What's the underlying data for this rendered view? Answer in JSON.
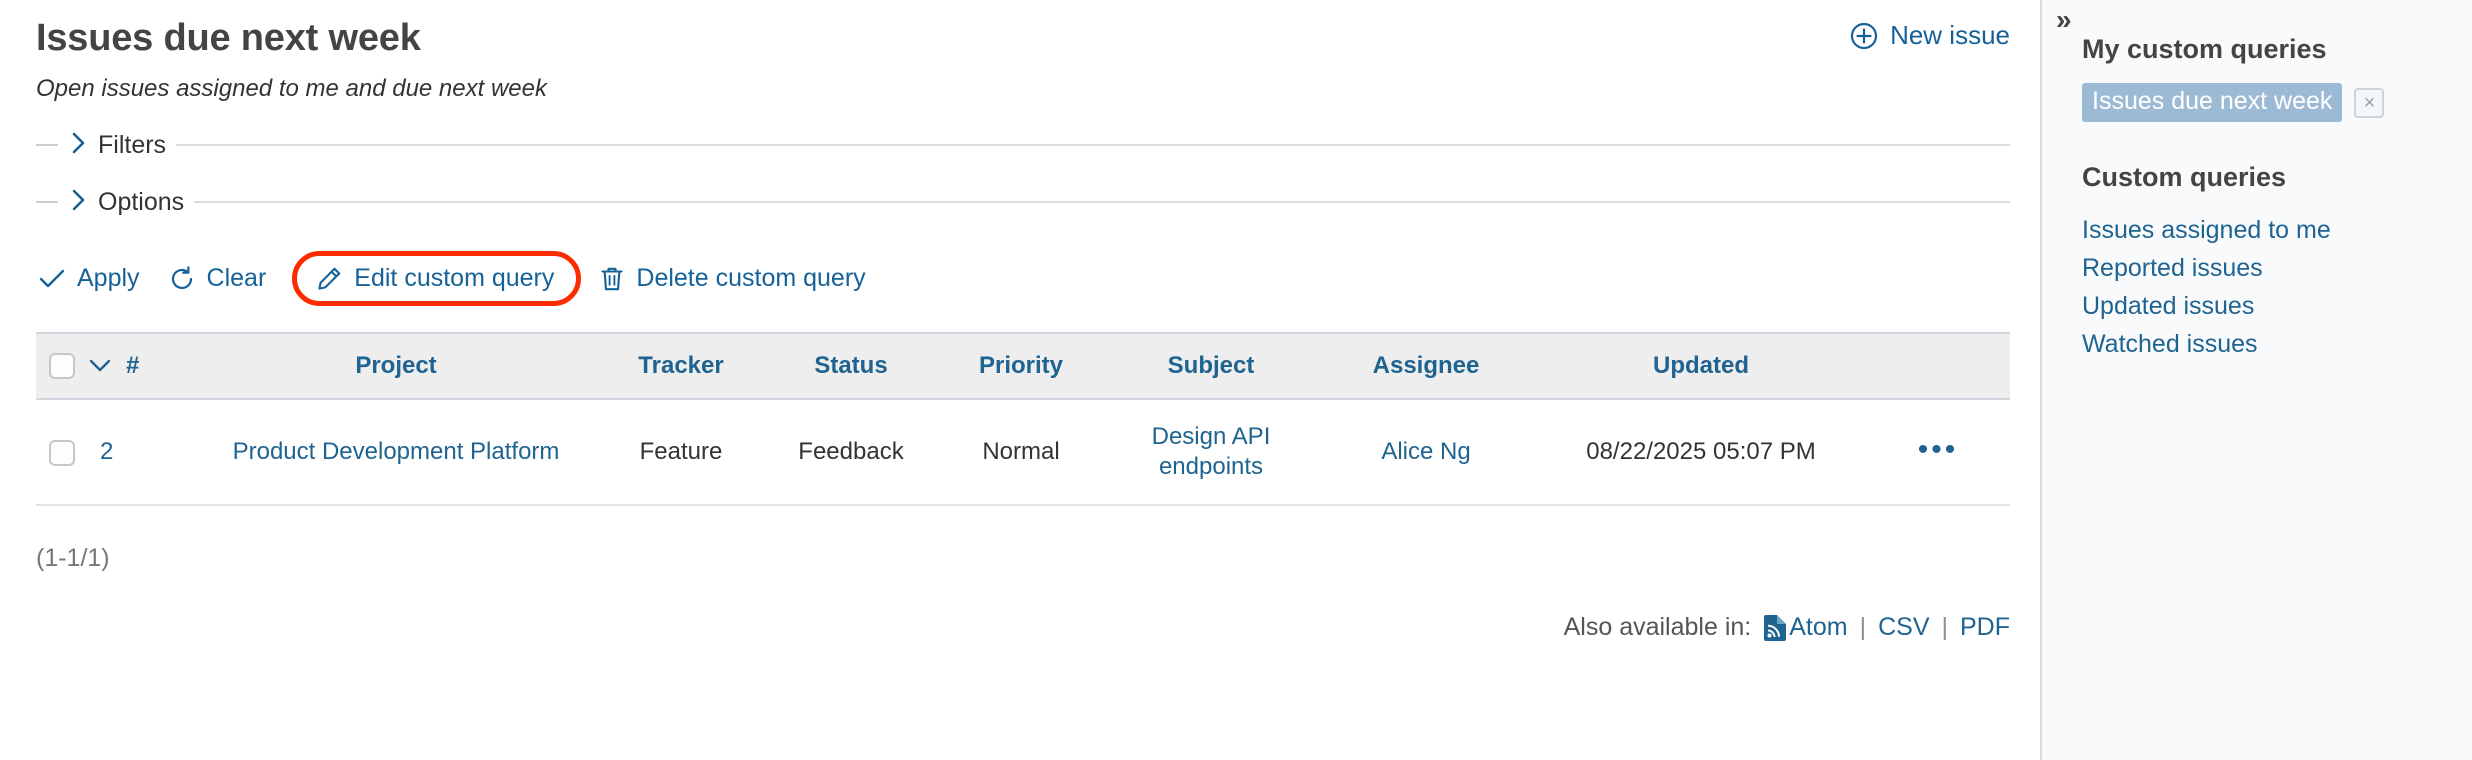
{
  "header": {
    "title": "Issues due next week",
    "subtitle": "Open issues assigned to me and due next week",
    "new_issue_label": "New issue"
  },
  "collapsibles": [
    {
      "label": "Filters"
    },
    {
      "label": "Options"
    }
  ],
  "toolbar": {
    "apply_label": "Apply",
    "clear_label": "Clear",
    "edit_label": "Edit custom query",
    "delete_label": "Delete custom query",
    "highlight_color": "#fc2b00"
  },
  "table": {
    "columns": {
      "id": "#",
      "project": "Project",
      "tracker": "Tracker",
      "status": "Status",
      "priority": "Priority",
      "subject": "Subject",
      "assignee": "Assignee",
      "updated": "Updated"
    },
    "rows": [
      {
        "id": "2",
        "project": "Product Development Platform",
        "tracker": "Feature",
        "status": "Feedback",
        "priority": "Normal",
        "subject": "Design API endpoints",
        "assignee": "Alice Ng",
        "updated": "08/22/2025 05:07 PM",
        "actions": "•••"
      }
    ]
  },
  "pagination": {
    "counter": "(1-1/1)"
  },
  "footer": {
    "also_label": "Also available in:",
    "atom_label": "Atom",
    "csv_label": "CSV",
    "pdf_label": "PDF",
    "separator": "|"
  },
  "sidebar": {
    "collapse_glyph": "»",
    "my_queries_heading": "My custom queries",
    "selected_query": "Issues due next week",
    "selected_bg": "#9dbad5",
    "custom_queries_heading": "Custom queries",
    "links": [
      {
        "label": "Issues assigned to me"
      },
      {
        "label": "Reported issues"
      },
      {
        "label": "Updated issues"
      },
      {
        "label": "Watched issues"
      }
    ]
  }
}
